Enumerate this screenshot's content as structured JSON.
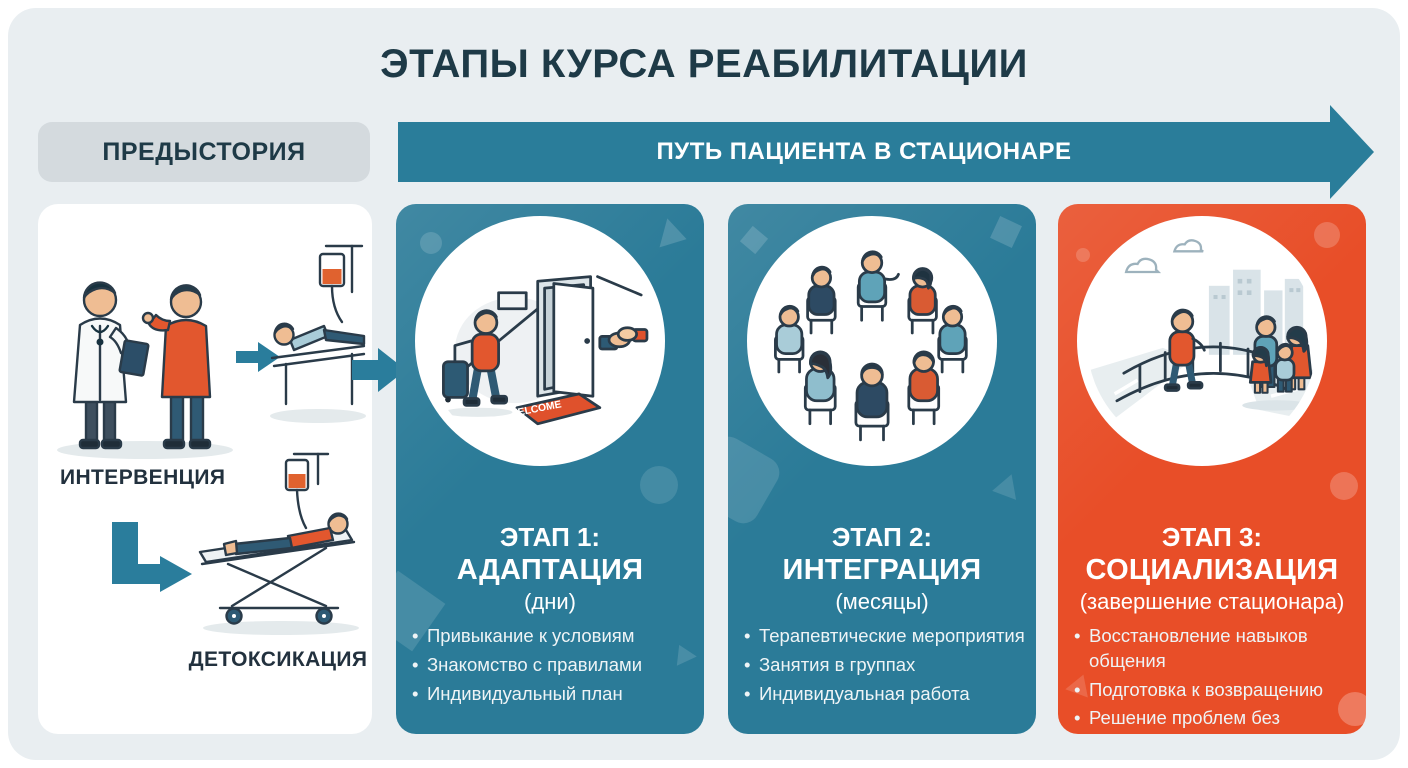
{
  "title": "ЭТАПЫ КУРСА РЕАБИЛИТАЦИИ",
  "header": {
    "prehistory_label": "ПРЕДЫСТОРИЯ",
    "path_banner_label": "ПУТЬ ПАЦИЕНТА В СТАЦИОНАРЕ"
  },
  "prehistory_card": {
    "intervention_label": "ИНТЕРВЕНЦИЯ",
    "detoxification_label": "ДЕТОКСИКАЦИЯ"
  },
  "stages": [
    {
      "stage_label": "ЭТАП 1:",
      "name": "АДАПТАЦИЯ",
      "duration_label": "(дни)",
      "bullets": [
        "Привыкание к условиям",
        "Знакомство с правилами",
        "Индивидуальный план"
      ],
      "card_color": "#2b7b98",
      "illustration": "arrival-at-welcome-door"
    },
    {
      "stage_label": "ЭТАП 2:",
      "name": "ИНТЕГРАЦИЯ",
      "duration_label": "(месяцы)",
      "bullets": [
        "Терапевтические мероприятия",
        "Занятия в группах",
        "Индивидуальная работа"
      ],
      "card_color": "#2b7b98",
      "illustration": "group-therapy-circle"
    },
    {
      "stage_label": "ЭТАП 3:",
      "name": "СОЦИАЛИЗАЦИЯ",
      "duration_label": "(завершение стационара)",
      "bullets": [
        "Восстановление навыков общения",
        "Подготовка к возвращению",
        "Решение проблем без алкоголя"
      ],
      "card_color": "#e84e28",
      "illustration": "bridge-to-family"
    }
  ],
  "illustrations": {
    "stage1_welcome_mat_text": "WELCOME"
  },
  "colors": {
    "panel_background": "#e9eef1",
    "title_text": "#1e3a47",
    "teal_card": "#2b7b98",
    "orange_card": "#e84e28",
    "banner_teal": "#2a7d9a",
    "prehistory_pill": "#d4dade",
    "illustration_orange": "#e2572e"
  }
}
